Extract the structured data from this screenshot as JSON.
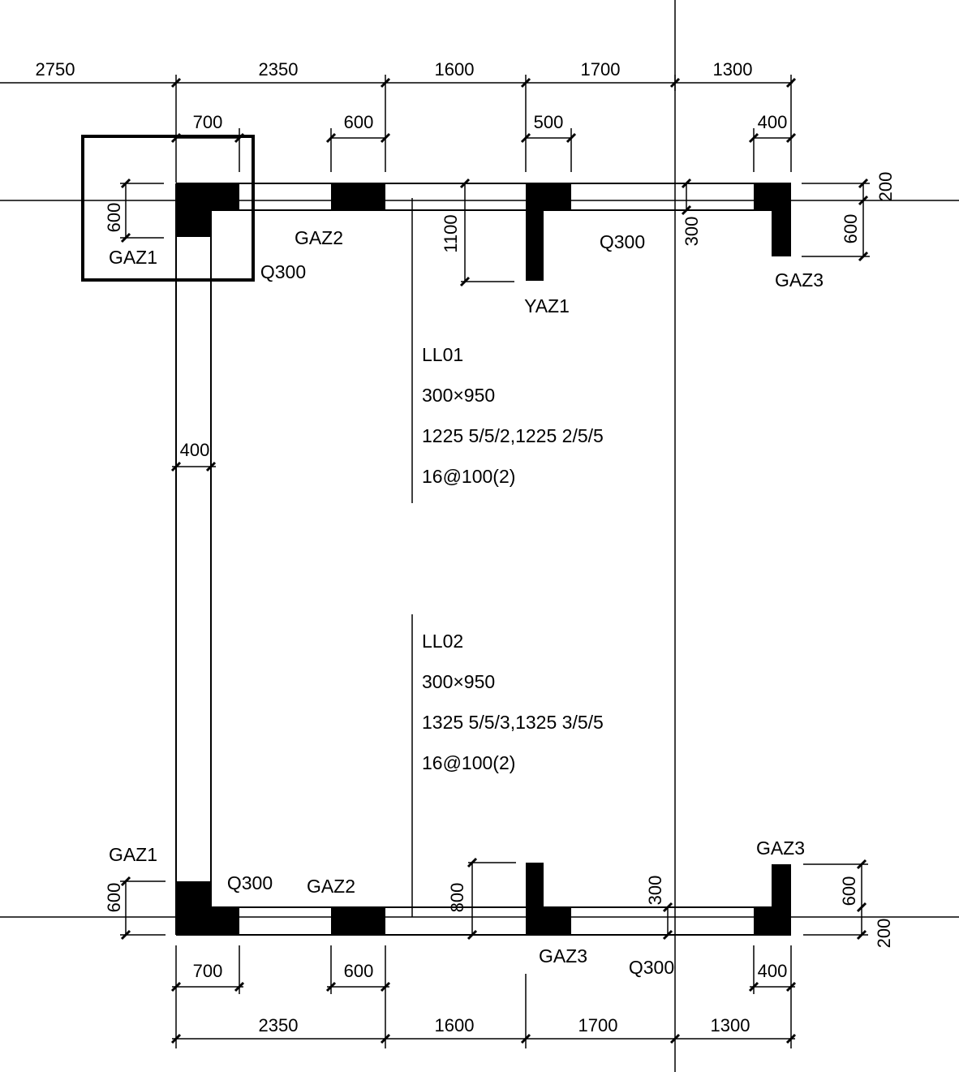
{
  "top_dims": {
    "overall": [
      "2750",
      "2350",
      "1600",
      "1700",
      "1300"
    ],
    "local": [
      "700",
      "600",
      "500",
      "400"
    ]
  },
  "bottom_dims": {
    "local": [
      "700",
      "600",
      "400"
    ],
    "overall": [
      "2350",
      "1600",
      "1700",
      "1300"
    ]
  },
  "vertical_dims": {
    "top_left": "600",
    "top_1100": "1100",
    "top_300": "300",
    "top_right_600": "600",
    "top_right_200": "200",
    "left_400": "400",
    "bottom_left": "600",
    "bottom_800": "800",
    "bottom_300": "300",
    "bottom_right_600": "600",
    "bottom_right_200": "200"
  },
  "labels": {
    "gaz1_top": "GAZ1",
    "gaz2_top": "GAZ2",
    "gaz3_top": "GAZ3",
    "yaz1": "YAZ1",
    "q300_top_left": "Q300",
    "q300_top_mid": "Q300",
    "gaz1_bottom": "GAZ1",
    "gaz2_bottom": "GAZ2",
    "gaz3_bottom_mid": "GAZ3",
    "gaz3_bottom_right": "GAZ3",
    "q300_bottom_left": "Q300",
    "q300_bottom_mid": "Q300"
  },
  "beams": [
    {
      "name": "LL01",
      "size": "300×950",
      "rebar": "1225  5/5/2,1225  2/5/5",
      "stirrup": "16@100(2)"
    },
    {
      "name": "LL02",
      "size": "300×950",
      "rebar": "1325  5/5/3,1325  3/5/5",
      "stirrup": "16@100(2)"
    }
  ]
}
